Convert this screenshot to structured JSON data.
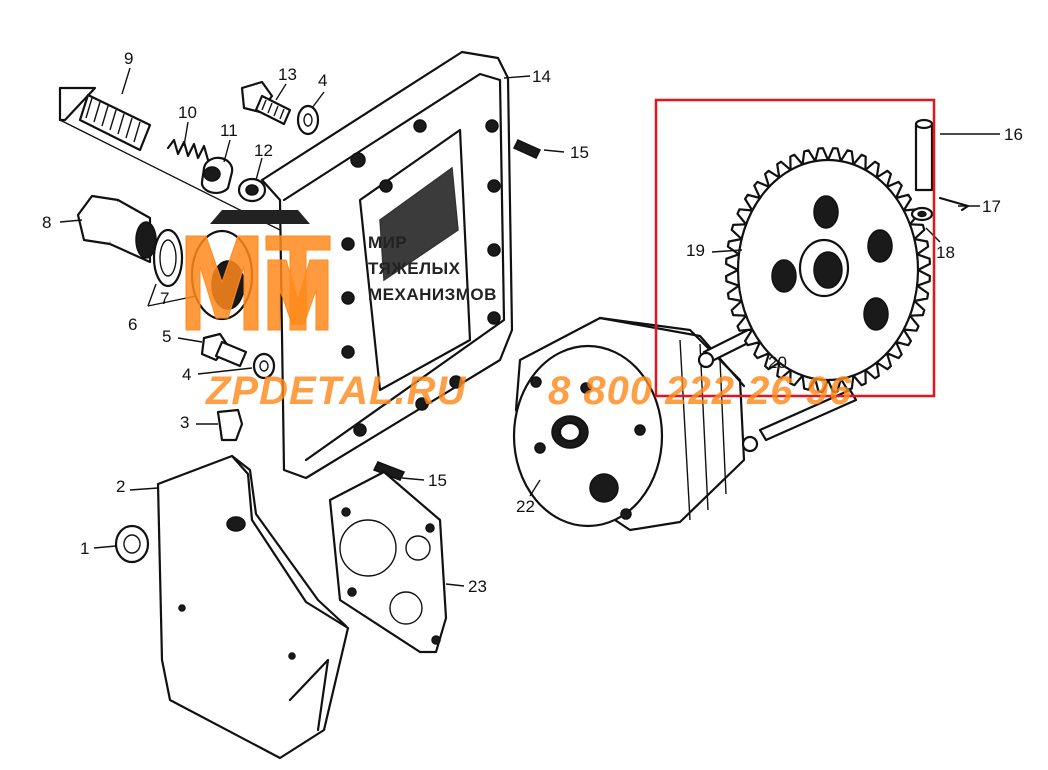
{
  "callouts": {
    "c1": "1",
    "c2": "2",
    "c3": "3",
    "c4a": "4",
    "c4b": "4",
    "c5": "5",
    "c6": "6",
    "c7": "7",
    "c8": "8",
    "c9": "9",
    "c10": "10",
    "c11": "11",
    "c12": "12",
    "c13": "13",
    "c14": "14",
    "c15a": "15",
    "c15b": "15",
    "c16": "16",
    "c17": "17",
    "c18": "18",
    "c19": "19",
    "c20": "20",
    "c22": "22",
    "c23": "23"
  },
  "logo": {
    "line1": "МИР",
    "line2": "ТЯЖЕЛЫХ",
    "line3": "МЕХАНИЗМОВ",
    "color": "#ff8a1c"
  },
  "watermark": {
    "site": "ZPDETAL.RU",
    "phone": "8 800 222 26 96",
    "color": "#ff8a1c"
  },
  "highlight": {
    "color": "#e8141c"
  },
  "icons": [
    "gear-icon",
    "gasket-icon",
    "bolt-icon",
    "nut-icon",
    "washer-icon"
  ]
}
